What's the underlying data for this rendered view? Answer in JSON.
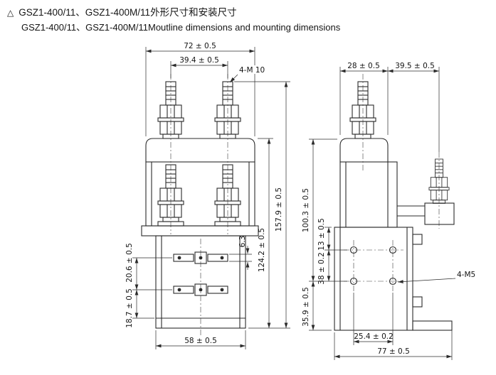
{
  "header": {
    "marker": "△",
    "title_cn": "GSZ1-400/11、GSZ1-400M/11外形尺寸和安装尺寸",
    "title_en": "GSZ1-400/11、GSZ1-400M/11Moutline dimensions and mounting dimensions"
  },
  "front_view": {
    "dim_overall_width": "72 ± 0.5",
    "dim_terminal_spacing": "39.4 ± 0.5",
    "callout_main_studs": "4-M 10",
    "dim_overall_height": "157.9 ± 0.5",
    "dim_body_height": "124.2 ± 0.5",
    "dim_tab_spacing": "20.6 ± 0.5",
    "dim_tab_height": "6.3",
    "dim_tab_to_base": "18.7 ± 0.5",
    "dim_base_width": "58 ± 0.5"
  },
  "side_view": {
    "dim_top_depth": "28 ± 0.5",
    "dim_aux_offset": "39.5 ± 0.5",
    "dim_mount_height": "100.3 ± 0.5",
    "dim_hole_top_offset": "13 ± 0.5",
    "dim_hole_spacing_v": "38 ± 0.2",
    "dim_lower_height": "35.9 ± 0.5",
    "callout_mounting_holes": "4-M5",
    "dim_hole_spacing_h": "25.4 ± 0.2",
    "dim_overall_depth": "77 ± 0.5"
  },
  "colors": {
    "ink": "#2b2b2b",
    "background": "#ffffff"
  }
}
